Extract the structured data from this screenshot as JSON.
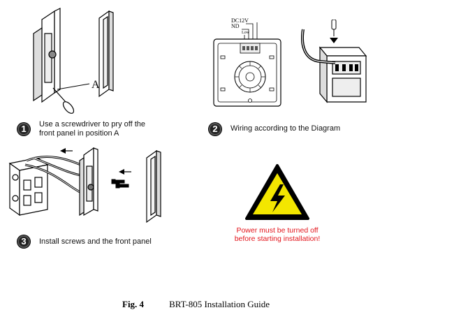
{
  "steps": [
    {
      "number": "1",
      "line1": "Use a screwdriver to pry off the",
      "line2": "front panel in position A"
    },
    {
      "number": "2",
      "line1": "Wiring according to the Diagram"
    },
    {
      "number": "3",
      "line1": "Install screws and the front panel"
    }
  ],
  "diagram_labels": {
    "position_marker": "A",
    "dc12v": "DC12V",
    "nd": "ND",
    "l_terminal": "Low"
  },
  "warning": {
    "line1": "Power must be turned off",
    "line2": "before starting installation!",
    "color": "#e3141b",
    "icon_fill": "#f3e600"
  },
  "caption": {
    "figure": "Fig. 4",
    "title": "BRT-805 Installation Guide"
  }
}
